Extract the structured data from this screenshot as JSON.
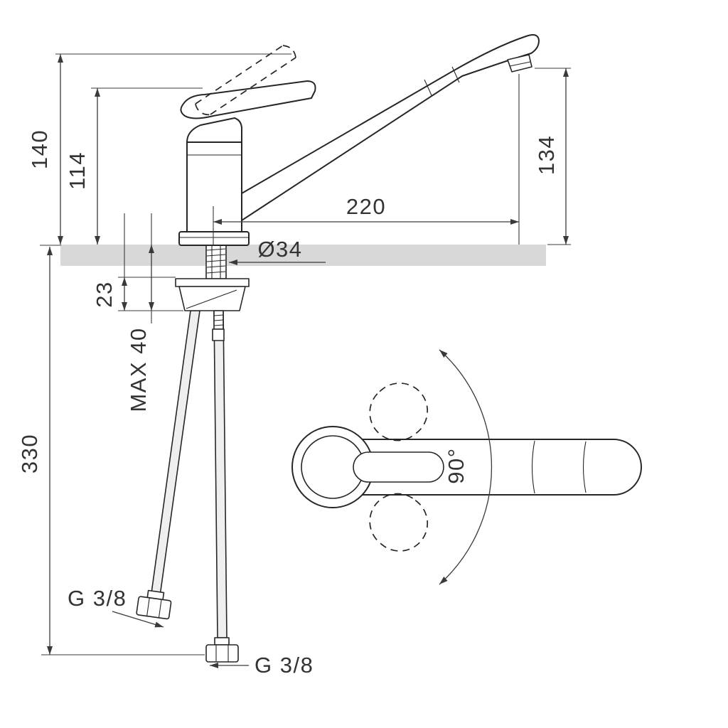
{
  "drawing": {
    "kind": "faucet-installation-dimension-diagram",
    "labels": {
      "overall_height": "140",
      "body_height": "114",
      "spout_height": "134",
      "spout_reach": "220",
      "hole_diameter": "Ø34",
      "plate_offset": "23",
      "max_deck_thickness": "MAX 40",
      "hose_length": "330",
      "hose_thread_left": "G 3/8",
      "hose_thread_bottom": "G 3/8",
      "swivel_angle": "90°"
    },
    "colors": {
      "line": "#262626",
      "dimension": "#3a3a3a",
      "countertop": "#d8d8d8",
      "hose_fill": "#efefef",
      "background": "#ffffff"
    }
  }
}
